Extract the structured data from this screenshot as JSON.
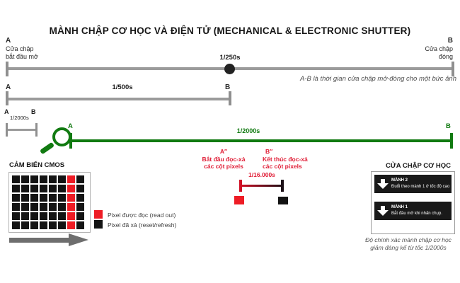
{
  "title": "MÀNH CHẬP CƠ HỌC VÀ ĐIỆN TỬ (MECHANICAL & ELECTRONIC SHUTTER)",
  "colors": {
    "timeline_gray": "#9b9b9b",
    "electronic_green": "#117a11",
    "readout_red": "#ee1c25",
    "reset_black": "#141414",
    "annotation_red": "#e01b34"
  },
  "shutter_timeline": {
    "left_marker": "A",
    "left_caption_line1": "Cửa chập",
    "left_caption_line2": "bắt đầu mở",
    "right_marker": "B",
    "right_caption_line1": "Cửa chập",
    "right_caption_line2": "đóng",
    "dot_label": "1/250s",
    "note": "A-B là thời gian cửa chập mở-đóng cho một bức ảnh"
  },
  "bar_500": {
    "start_marker": "A",
    "end_marker": "B",
    "label": "1/500s"
  },
  "bar_2000_small": {
    "start_marker": "A",
    "end_marker": "B",
    "label": "1/2000s"
  },
  "electronic_bar": {
    "start_marker": "A",
    "end_marker": "B",
    "label": "1/2000s",
    "readout_start": {
      "marker": "A″",
      "line1": "Bắt đầu đọc-xả",
      "line2": "các cột pixels"
    },
    "readout_end": {
      "marker": "B″",
      "line1": "Kết thúc đọc-xả",
      "line2": "các cột pixels"
    },
    "readout_duration": "1/16.000s"
  },
  "cmos": {
    "title": "CẢM BIẾN CMOS",
    "rows": 6,
    "cols": 8,
    "readout_column_index": 6,
    "legend": [
      {
        "color": "#ee1c25",
        "label": "Pixel được đọc (read out)"
      },
      {
        "color": "#141414",
        "label": "Pixel đã xả (reset/refresh)"
      }
    ]
  },
  "mechanical_panel": {
    "title": "CỬA CHẬP CƠ HỌC",
    "curtains": [
      {
        "name": "MÀNH 2",
        "desc": "Đuổi theo mành 1 ở tốc độ cao"
      },
      {
        "name": "MÀNH 1",
        "desc": "Bắt đầu mở khi nhấn chụp."
      }
    ],
    "caption_line1": "Độ chính xác mành chập cơ học",
    "caption_line2": "giảm đáng kể từ tốc 1/2000s"
  }
}
